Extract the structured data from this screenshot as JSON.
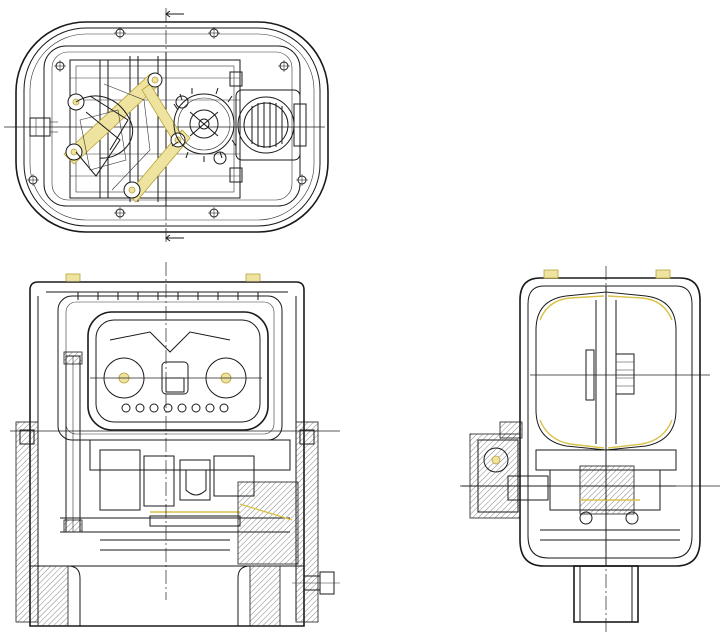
{
  "drawing": {
    "views": [
      {
        "id": "top-view"
      },
      {
        "id": "front-section-view"
      },
      {
        "id": "side-section-view"
      }
    ],
    "colors": {
      "line": "#1a1a1a",
      "highlight": "#d8c24a",
      "background": "#ffffff"
    }
  }
}
